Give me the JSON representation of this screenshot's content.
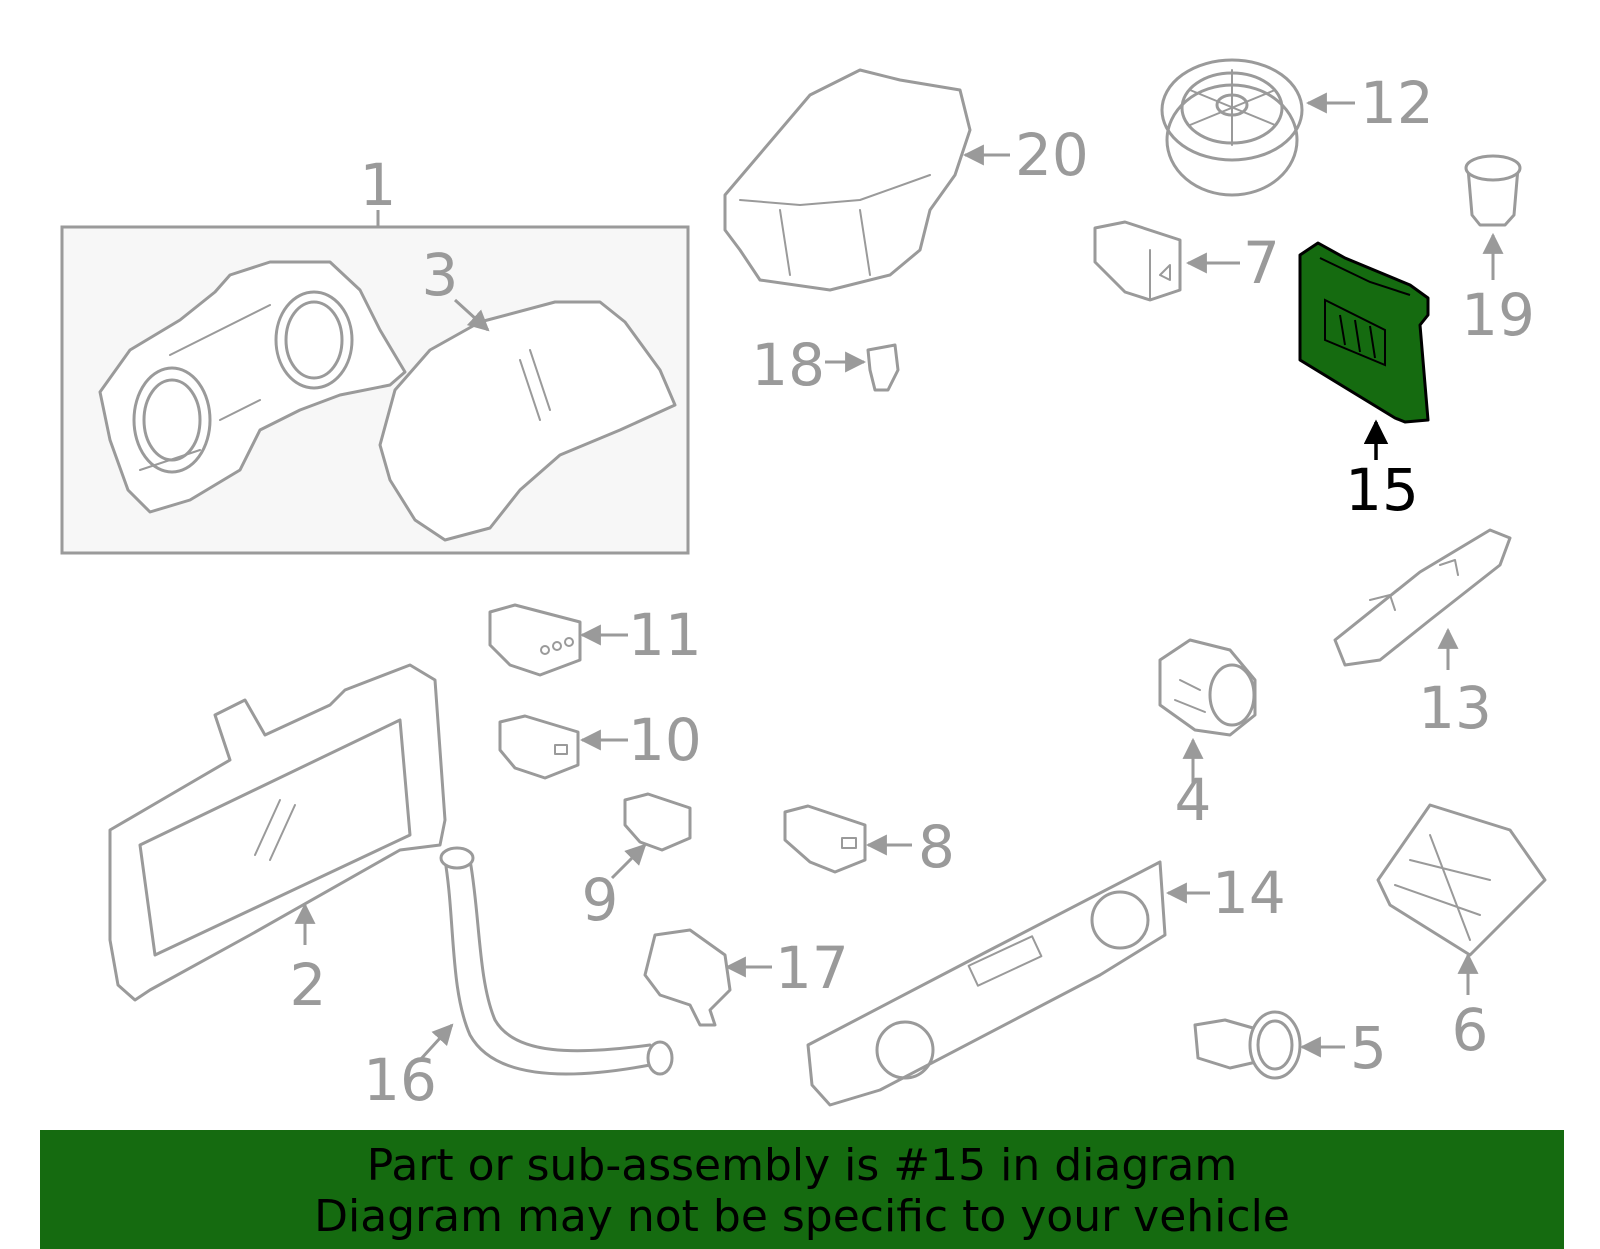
{
  "callouts": {
    "c1": "1",
    "c2": "2",
    "c3": "3",
    "c4": "4",
    "c5": "5",
    "c6": "6",
    "c7": "7",
    "c8": "8",
    "c9": "9",
    "c10": "10",
    "c11": "11",
    "c12": "12",
    "c13": "13",
    "c14": "14",
    "c15": "15",
    "c16": "16",
    "c17": "17",
    "c18": "18",
    "c19": "19",
    "c20": "20"
  },
  "highlighted_part": "15",
  "colors": {
    "highlight_fill": "#156b10",
    "line": "#9a9a9a",
    "banner": "#156b10"
  },
  "banner": {
    "line1": "Part or sub-assembly is #15 in diagram",
    "line2": "Diagram may not be specific to your vehicle"
  }
}
